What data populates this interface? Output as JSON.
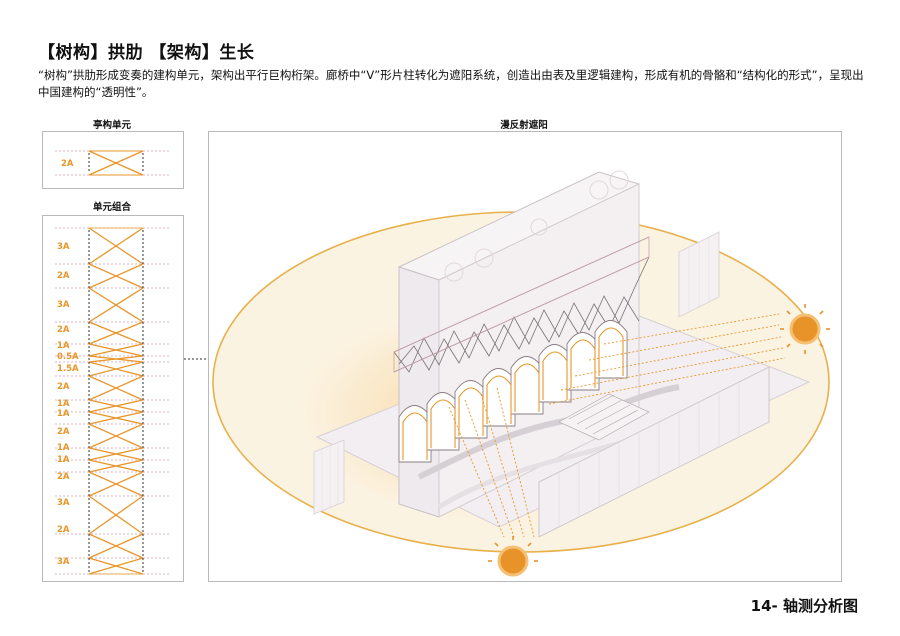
{
  "header": {
    "title": "【树构】拱肋 【架构】生长",
    "description": "“树构”拱肋形成变奏的建构单元，架构出平行巨构桁架。廊桥中“V”形片柱转化为遮阳系统，创造出由表及里逻辑建构，形成有机的骨骼和“结构化的形式”，呈现出中国建构的“透明性”。"
  },
  "panels": {
    "unit_title": "亭构单元",
    "unit_label": "2A",
    "combo_title": "单元组合",
    "combo_labels": [
      "3A",
      "2A",
      "3A",
      "2A",
      "1A",
      "0.5A",
      "1.5A",
      "2A",
      "1A",
      "1A",
      "2A",
      "1A",
      "1A",
      "2A",
      "3A",
      "2A",
      "3A"
    ],
    "main_title": "漫反射遮阳"
  },
  "colors": {
    "accent": "#e8962a",
    "frame": "#b9b9b9",
    "building": "#d6d0d4",
    "sun": "#e8922a"
  },
  "footer": {
    "label": "14- 轴测分析图"
  }
}
